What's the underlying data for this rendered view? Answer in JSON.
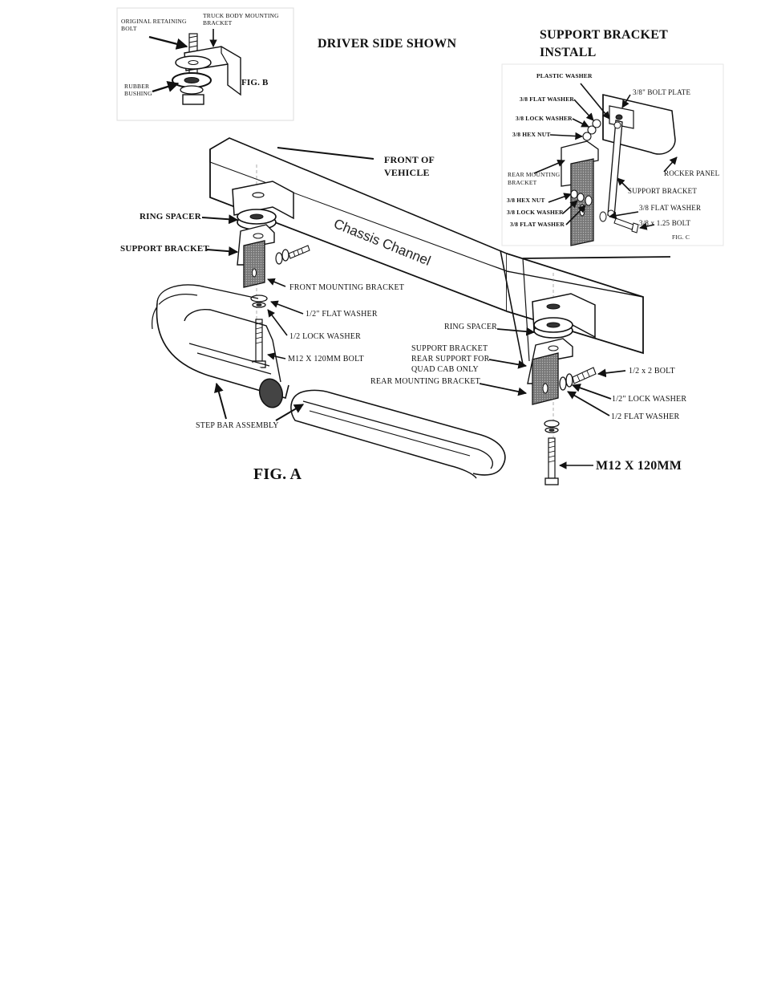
{
  "headings": {
    "driver_side": "DRIVER SIDE SHOWN",
    "support_install_1": "SUPPORT BRACKET",
    "support_install_2": "INSTALL",
    "fig_a": "FIG. A",
    "fig_b": "FIG. B",
    "fig_c": "FIG. C"
  },
  "fig_b_labels": {
    "original_bolt_1": "ORIGINAL RETAINING",
    "original_bolt_2": "BOLT",
    "truck_body_1": "TRUCK BODY MOUNTING",
    "truck_body_2": "BRACKET",
    "rubber_1": "RUBBER",
    "rubber_2": "BUSHING"
  },
  "fig_a_labels": {
    "front_1": "FRONT OF",
    "front_2": "VEHICLE",
    "chassis": "Chassis Channel",
    "ring_spacer_front": "RING SPACER",
    "support_bracket_front": "SUPPORT BRACKET",
    "front_mounting": "FRONT MOUNTING BRACKET",
    "flat_washer_half": "1/2\" FLAT WASHER",
    "lock_washer_half": "1/2 LOCK WASHER",
    "m12_bolt": "M12 X 120MM BOLT",
    "step_bar": "STEP BAR ASSEMBLY",
    "ring_spacer_rear": "RING SPACER",
    "support_rear_1": "SUPPORT BRACKET",
    "support_rear_2": "REAR SUPPORT FOR",
    "support_rear_3": "QUAD CAB ONLY",
    "rear_mounting": "REAR MOUNTING BRACKET",
    "half_x2_bolt": "1/2 x 2 BOLT",
    "half_lock_washer": "1/2\" LOCK WASHER",
    "half_flat_washer": "1/2 FLAT WASHER",
    "m12_big": "M12 X 120MM"
  },
  "fig_c_labels": {
    "plastic_washer": "PLASTIC WASHER",
    "flat_washer_38": "3/8 FLAT WASHER",
    "lock_washer_38": "3/8 LOCK WASHER",
    "hex_nut_38": "3/8 HEX NUT",
    "bolt_plate": "3/8\" BOLT PLATE",
    "rear_mount_1": "REAR MOUNTING",
    "rear_mount_2": "BRACKET",
    "rocker_panel": "ROCKER PANEL",
    "support_bracket": "SUPPORT BRACKET",
    "hex_nut_38_b": "3/8 HEX NUT",
    "lock_washer_38_b": "3/8 LOCK WASHER",
    "flat_washer_38_b": "3/8 FLAT WASHER",
    "flat_washer_38_r": "3/8 FLAT WASHER",
    "bolt_38_125": "3/8 x 1.25 BOLT"
  },
  "colors": {
    "ink": "#111111",
    "paper": "#ffffff",
    "shade": "#c8c8c8"
  }
}
